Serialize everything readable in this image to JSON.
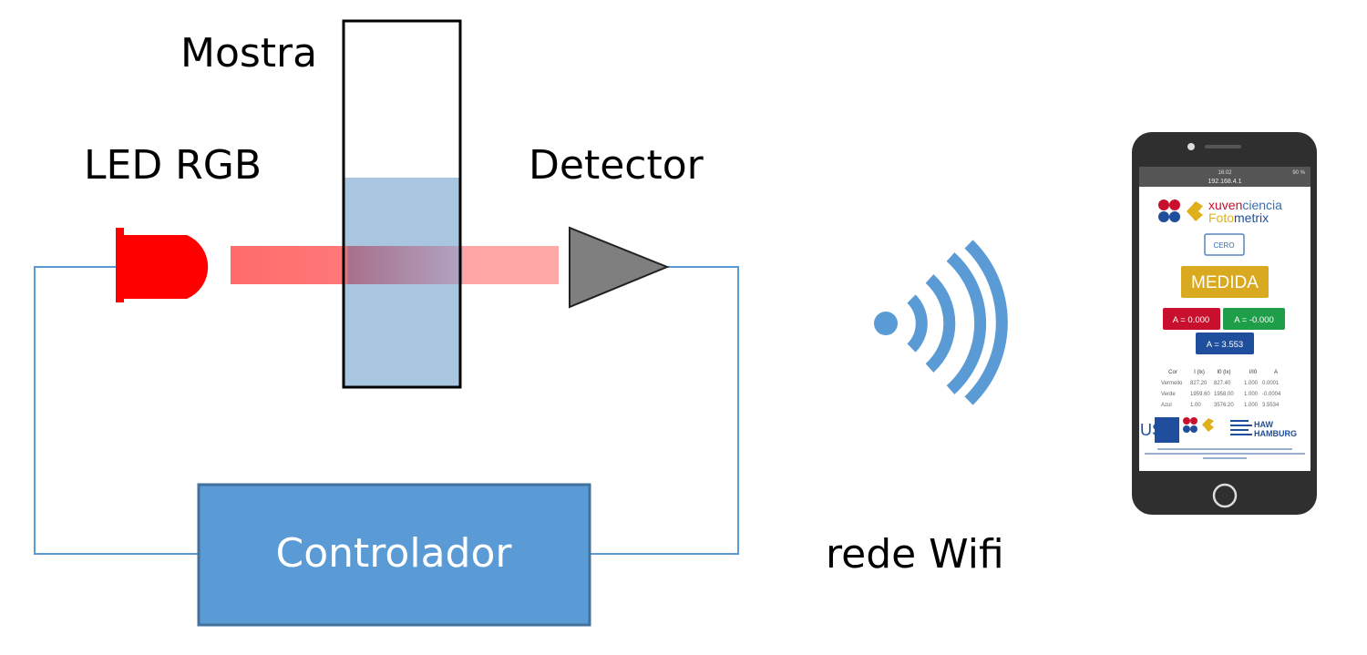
{
  "labels": {
    "sample": "Mostra",
    "led": "LED RGB",
    "detector": "Detector",
    "controller": "Controlador",
    "wifi": "rede Wifi"
  },
  "colors": {
    "wire": "#5b9bd5",
    "controller": "#5b9bd5",
    "led": "#ff0000",
    "beam": "#ff6b6b",
    "sample_liquid": "#a9c6e0",
    "detector": "#7f7f7f"
  },
  "phone": {
    "status_time": "16:02",
    "status_battery": "90 %",
    "url": "192.168.4.1",
    "logo_line1_a": "xuven",
    "logo_line1_b": "ciencia",
    "logo_line2_a": "Foto",
    "logo_line2_b": "metrix",
    "zero_button": "CERO",
    "measure_button": "MEDIDA",
    "results": {
      "red": "A = 0.000",
      "green": "A = -0.000",
      "blue": "A = 3.553"
    },
    "table": {
      "headers": [
        "Cor",
        "I (lx)",
        "I0 (lx)",
        "I/I0",
        "A"
      ],
      "rows": [
        [
          "Vermello",
          "827.20",
          "827.40",
          "1.000",
          "0.0001"
        ],
        [
          "Verde",
          "1959.60",
          "1958.00",
          "1.000",
          "-0.0004"
        ],
        [
          "Azul",
          "1.00",
          "3576.20",
          "1.000",
          "3.5534"
        ]
      ]
    },
    "logos": {
      "usc": "USC",
      "haw_1": "HAW",
      "haw_2": "HAMBURG"
    }
  }
}
